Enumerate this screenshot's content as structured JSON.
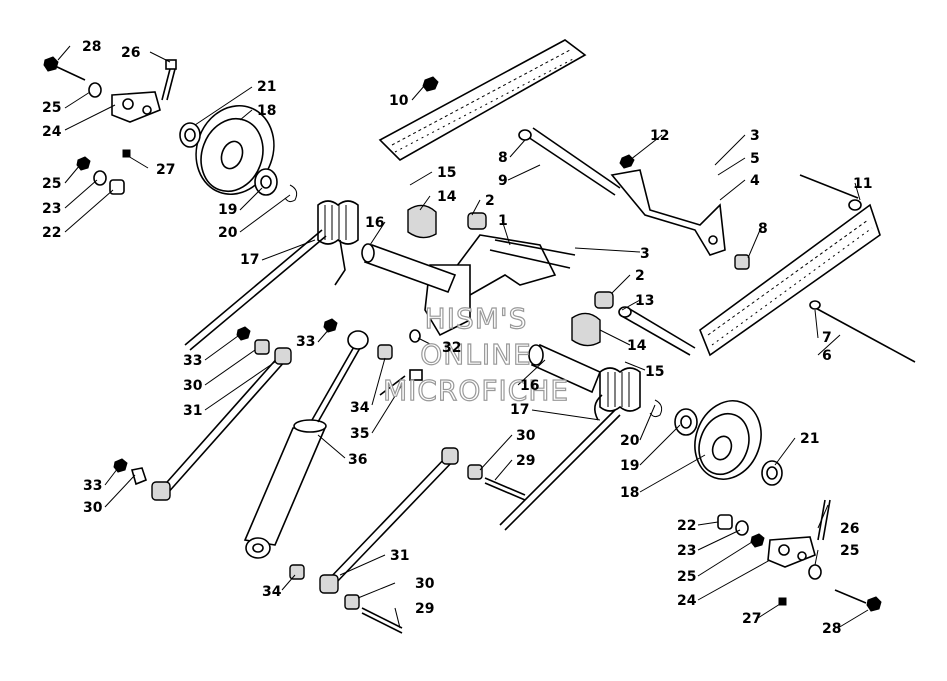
{
  "watermark": {
    "line1": "HISM'S",
    "line2": "ONLINE",
    "line3": "MICROFICHE"
  },
  "callouts": [
    {
      "id": "c1",
      "text": "28"
    },
    {
      "id": "c2",
      "text": "26"
    },
    {
      "id": "c3",
      "text": "21"
    },
    {
      "id": "c4",
      "text": "18"
    },
    {
      "id": "c5",
      "text": "25"
    },
    {
      "id": "c6",
      "text": "24"
    },
    {
      "id": "c7",
      "text": "27"
    },
    {
      "id": "c8",
      "text": "25"
    },
    {
      "id": "c9",
      "text": "23"
    },
    {
      "id": "c10",
      "text": "22"
    },
    {
      "id": "c11",
      "text": "19"
    },
    {
      "id": "c12",
      "text": "20"
    },
    {
      "id": "c13",
      "text": "16"
    },
    {
      "id": "c14",
      "text": "17"
    },
    {
      "id": "c15",
      "text": "10"
    },
    {
      "id": "c16",
      "text": "8"
    },
    {
      "id": "c17",
      "text": "9"
    },
    {
      "id": "c18",
      "text": "15"
    },
    {
      "id": "c19",
      "text": "14"
    },
    {
      "id": "c20",
      "text": "2"
    },
    {
      "id": "c21",
      "text": "1"
    },
    {
      "id": "c22",
      "text": "12"
    },
    {
      "id": "c23",
      "text": "3"
    },
    {
      "id": "c24",
      "text": "5"
    },
    {
      "id": "c25",
      "text": "4"
    },
    {
      "id": "c26",
      "text": "11"
    },
    {
      "id": "c27",
      "text": "8"
    },
    {
      "id": "c28",
      "text": "3"
    },
    {
      "id": "c29",
      "text": "2"
    },
    {
      "id": "c30",
      "text": "13"
    },
    {
      "id": "c31",
      "text": "7"
    },
    {
      "id": "c32",
      "text": "6"
    },
    {
      "id": "c33",
      "text": "14"
    },
    {
      "id": "c34",
      "text": "15"
    },
    {
      "id": "c35",
      "text": "33"
    },
    {
      "id": "c36",
      "text": "33"
    },
    {
      "id": "c37",
      "text": "30"
    },
    {
      "id": "c38",
      "text": "32"
    },
    {
      "id": "c39",
      "text": "31"
    },
    {
      "id": "c40",
      "text": "34"
    },
    {
      "id": "c41",
      "text": "35"
    },
    {
      "id": "c42",
      "text": "16"
    },
    {
      "id": "c43",
      "text": "17"
    },
    {
      "id": "c44",
      "text": "36"
    },
    {
      "id": "c45",
      "text": "30"
    },
    {
      "id": "c46",
      "text": "29"
    },
    {
      "id": "c47",
      "text": "20"
    },
    {
      "id": "c48",
      "text": "19"
    },
    {
      "id": "c49",
      "text": "21"
    },
    {
      "id": "c50",
      "text": "18"
    },
    {
      "id": "c51",
      "text": "33"
    },
    {
      "id": "c52",
      "text": "30"
    },
    {
      "id": "c53",
      "text": "22"
    },
    {
      "id": "c54",
      "text": "26"
    },
    {
      "id": "c55",
      "text": "23"
    },
    {
      "id": "c56",
      "text": "25"
    },
    {
      "id": "c57",
      "text": "25"
    },
    {
      "id": "c58",
      "text": "31"
    },
    {
      "id": "c59",
      "text": "24"
    },
    {
      "id": "c60",
      "text": "34"
    },
    {
      "id": "c61",
      "text": "30"
    },
    {
      "id": "c62",
      "text": "27"
    },
    {
      "id": "c63",
      "text": "29"
    },
    {
      "id": "c64",
      "text": "28"
    }
  ]
}
